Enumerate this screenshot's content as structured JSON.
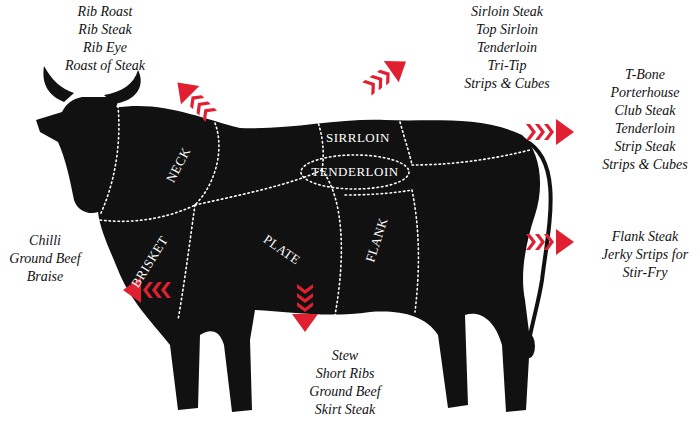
{
  "diagram": {
    "nodes": [
      {
        "text": [
          "TENDERLOIN"
        ]
      }
    ],
    "labels": [
      "Rib Roast",
      "Rib Steak",
      "Rib Eye",
      "Roast of Steak",
      "Sirloin Steak",
      "Top Sirloin",
      "Tenderloin",
      "Tri-Tip",
      "Strips & Cubes",
      "T-Bone",
      "Porterhouse",
      "Club Steak",
      "Tenderloin",
      "Strip Steak",
      "Strips & Cubes",
      "Flank Steak",
      "Jerky Srtips for Stir-Fry",
      "Chilli",
      "Ground Beef",
      "Braise",
      "Stew",
      "Short Ribs",
      "Ground Beef",
      "Skirt Steak",
      "NECK",
      "BRISKET",
      "PLATE",
      "FLANK",
      "SIRRLOIN"
    ]
  }
}
